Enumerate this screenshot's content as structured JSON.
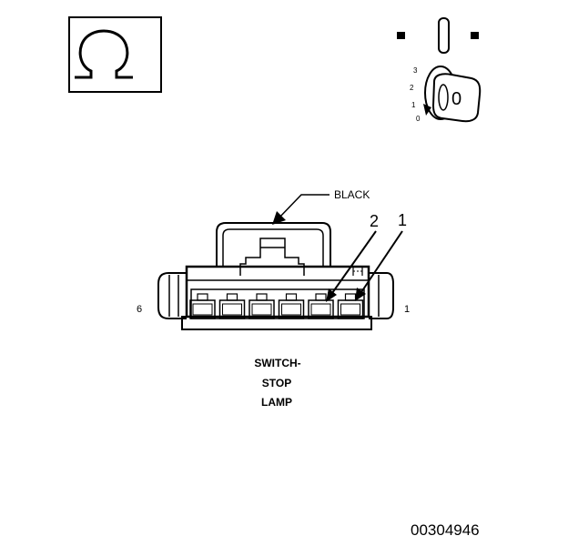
{
  "ohm_symbol": "Ω",
  "ignition_key": {
    "positions": [
      "3",
      "2",
      "1",
      "0"
    ],
    "key_label": "0"
  },
  "connector": {
    "color_label": "BLACK",
    "cavity_callouts": [
      "2",
      "1"
    ],
    "left_end_pin": "6",
    "right_end_pin": "1",
    "name_lines": [
      "SWITCH-",
      "STOP",
      "LAMP"
    ]
  },
  "figure_id": "00304946"
}
